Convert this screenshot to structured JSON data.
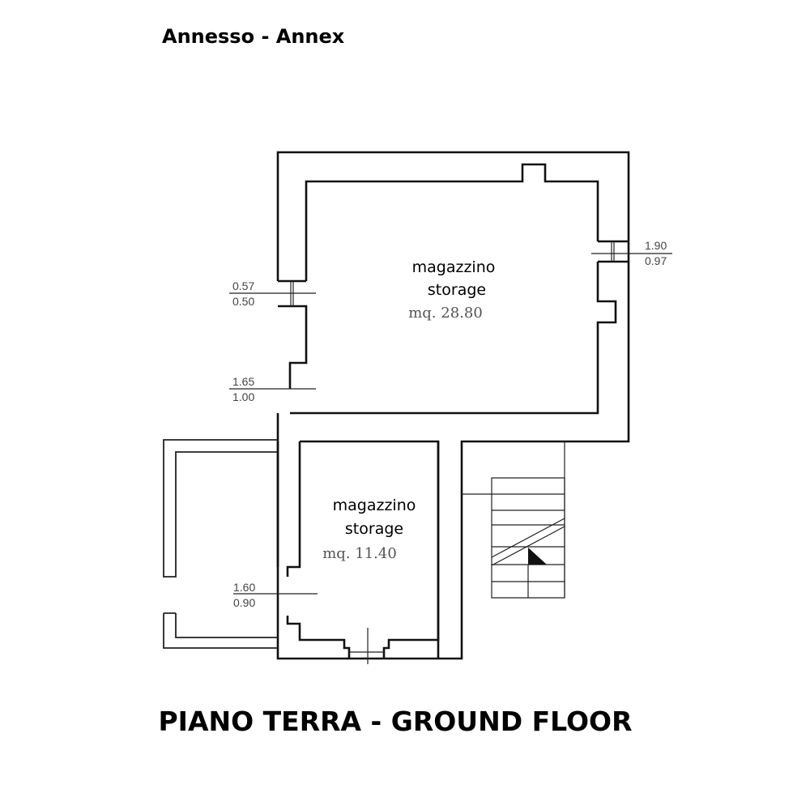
{
  "header": {
    "title": "Annesso - Annex"
  },
  "footer": {
    "title": "PIANO TERRA - GROUND FLOOR"
  },
  "rooms": [
    {
      "name_it": "magazzino",
      "name_en": "storage",
      "area": "mq. 28.80"
    },
    {
      "name_it": "magazzino",
      "name_en": "storage",
      "area": "mq. 11.40"
    }
  ],
  "openings": [
    {
      "top": "0.57",
      "bottom": "0.50"
    },
    {
      "top": "1.65",
      "bottom": "1.00"
    },
    {
      "top": "1.90",
      "bottom": "0.97"
    },
    {
      "top": "1.60",
      "bottom": "0.90"
    }
  ]
}
